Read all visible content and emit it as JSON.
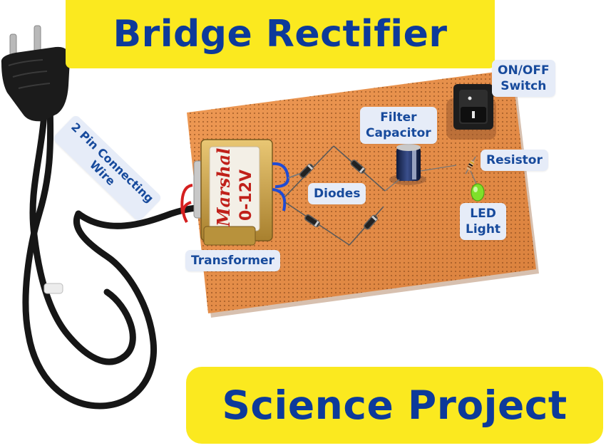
{
  "title": "Bridge Rectifier",
  "subtitle": "Science Project",
  "labels": {
    "switch": [
      "ON/OFF",
      "Switch"
    ],
    "capacitor": [
      "Filter",
      "Capacitor"
    ],
    "resistor": "Resistor",
    "diodes": "Diodes",
    "led": [
      "LED",
      "Light"
    ],
    "transformer": "Transformer",
    "wire": [
      "2 Pin Connecting",
      "Wire"
    ]
  },
  "transformer_marking": {
    "brand": "Marshal",
    "rating": "0-12V"
  },
  "colors": {
    "banner_fill": "#fbe91f",
    "banner_text": "#0d3a9a",
    "label_fill": "#e6ecf8",
    "label_text": "#174a9c",
    "pcb": "#e8914a",
    "cable": "#1a1a1a",
    "led": "#7fe02a"
  }
}
